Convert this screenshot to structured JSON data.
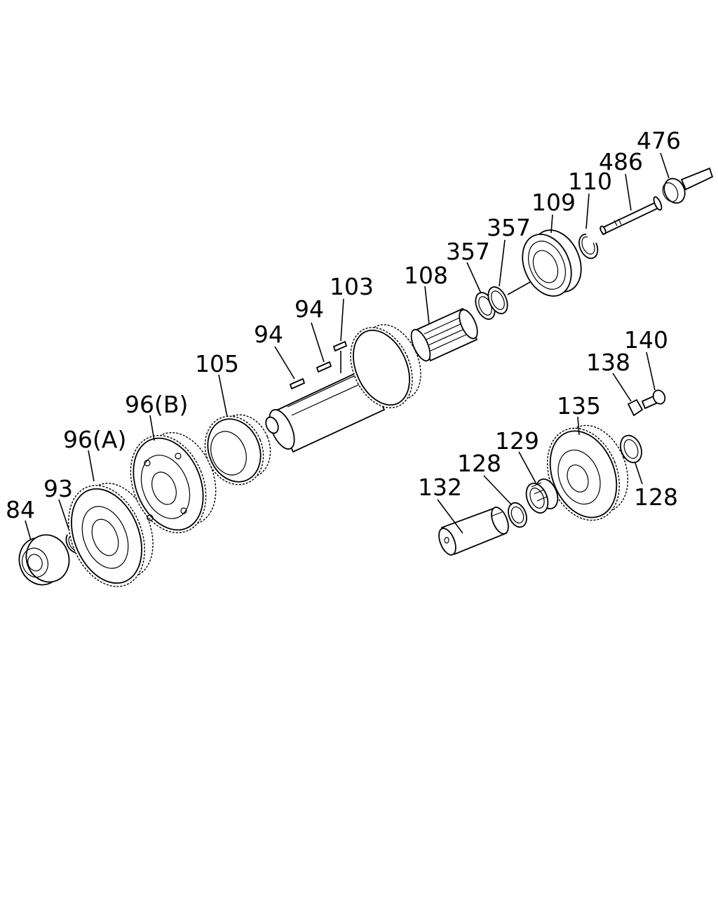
{
  "labels": {
    "l84": "84",
    "l93": "93",
    "l96a": "96(A)",
    "l96b": "96(B)",
    "l105": "105",
    "l94a": "94",
    "l94b": "94",
    "l103": "103",
    "l108": "108",
    "l357a": "357",
    "l357b": "357",
    "l109": "109",
    "l110": "110",
    "l486": "486",
    "l476": "476",
    "l138": "138",
    "l140": "140",
    "l135": "135",
    "l129": "129",
    "l128a": "128",
    "l128b": "128",
    "l132": "132"
  }
}
